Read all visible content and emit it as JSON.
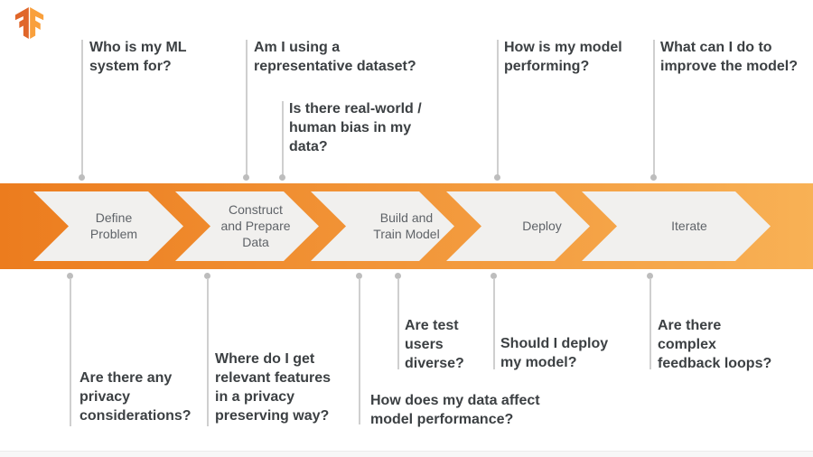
{
  "title": "TensorFlow machine learning workflow diagram",
  "logo": {
    "icon": "tensorflow-logo"
  },
  "colors": {
    "band_left": "#EC7C1E",
    "band_right": "#F8B155",
    "chevron_fill": "#F1F0EE",
    "stage_text": "#5F6368",
    "question_text": "#3C4043",
    "connector": "#CFCFCF",
    "dot": "#BDBDBD",
    "logo_left": "#E0662A",
    "logo_right": "#F9A03C"
  },
  "stages": [
    {
      "lines": [
        "Define",
        "Problem"
      ]
    },
    {
      "lines": [
        "Construct",
        "and Prepare",
        "Data"
      ]
    },
    {
      "lines": [
        "Build and",
        "Train Model"
      ]
    },
    {
      "lines": [
        "Deploy"
      ]
    },
    {
      "lines": [
        "Iterate"
      ]
    }
  ],
  "questions_top": [
    {
      "lines": [
        "Who is my ML",
        "system for?"
      ]
    },
    {
      "lines": [
        "Am I using a",
        "representative dataset?"
      ]
    },
    {
      "lines": [
        "Is there real-world /",
        "human bias in my",
        "data?"
      ]
    },
    {
      "lines": [
        "How is my model",
        "performing?"
      ]
    },
    {
      "lines": [
        "What can I do to",
        "improve the model?"
      ]
    }
  ],
  "questions_bottom": [
    {
      "lines": [
        "Are there any",
        "privacy",
        "considerations?"
      ]
    },
    {
      "lines": [
        "Where do I get",
        "relevant features",
        "in a privacy",
        "preserving way?"
      ]
    },
    {
      "lines": [
        "How does my data affect",
        "model performance?"
      ]
    },
    {
      "lines": [
        "Are test",
        "users",
        "diverse?"
      ]
    },
    {
      "lines": [
        "Should I deploy",
        "my model?"
      ]
    },
    {
      "lines": [
        "Are there",
        "complex",
        "feedback loops?"
      ]
    }
  ]
}
